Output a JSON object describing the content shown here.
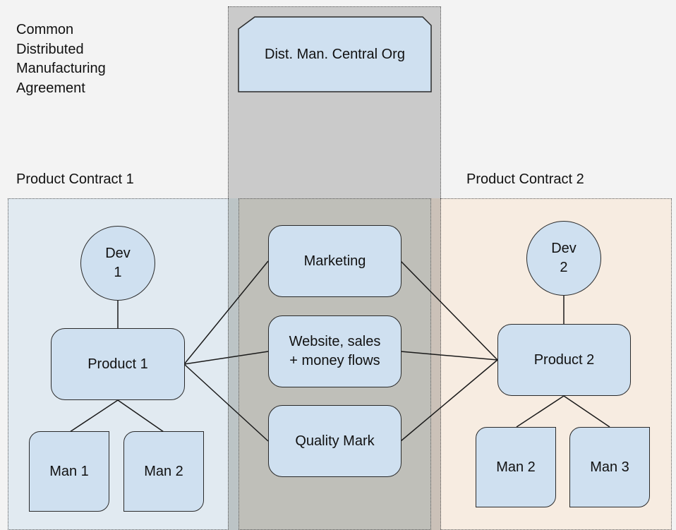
{
  "diagram": {
    "title": "Common\nDistributed\nManufacturing\nAgreement",
    "regions": {
      "central": {
        "label": ""
      },
      "product_contract_1": {
        "label": "Product Contract 1"
      },
      "product_contract_2": {
        "label": "Product Contract 2"
      }
    },
    "nodes": {
      "central_org": "Dist. Man. Central Org",
      "dev1": "Dev\n1",
      "product1": "Product 1",
      "man1_pc1": "Man 1",
      "man2_pc1": "Man 2",
      "marketing": "Marketing",
      "website": "Website, sales\n+ money flows",
      "quality": "Quality Mark",
      "dev2": "Dev\n2",
      "product2": "Product 2",
      "man2_pc2": "Man 2",
      "man3_pc2": "Man 3"
    },
    "edges": [
      [
        "dev1",
        "product1"
      ],
      [
        "product1",
        "man1_pc1"
      ],
      [
        "product1",
        "man2_pc1"
      ],
      [
        "product1",
        "marketing"
      ],
      [
        "product1",
        "website"
      ],
      [
        "product1",
        "quality"
      ],
      [
        "dev2",
        "product2"
      ],
      [
        "product2",
        "man2_pc2"
      ],
      [
        "product2",
        "man3_pc2"
      ],
      [
        "product2",
        "marketing"
      ],
      [
        "product2",
        "website"
      ],
      [
        "product2",
        "quality"
      ]
    ],
    "colors": {
      "background": "#f3f3f3",
      "central_region": "#cacaca",
      "pc1_region": "#e2e9ec",
      "pc2_region": "#f6ece2",
      "node_fill": "#cfe0f0",
      "stroke": "#2a2a2a"
    }
  }
}
